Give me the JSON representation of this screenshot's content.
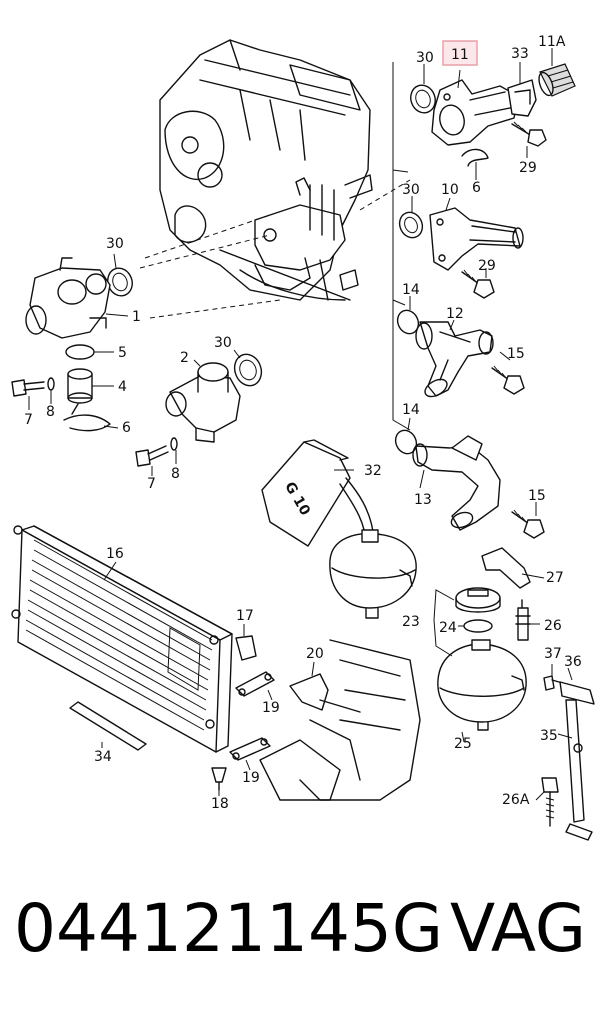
{
  "callouts": {
    "n30a": "30",
    "n11": "11",
    "n33": "33",
    "n11A": "11A",
    "n29a": "29",
    "n6a": "6",
    "n30b": "30",
    "n10": "10",
    "n29b": "29",
    "n14a": "14",
    "n12": "12",
    "n15a": "15",
    "n14b": "14",
    "n13": "13",
    "n15b": "15",
    "n32": "32",
    "n30c": "30",
    "n1": "1",
    "n5": "5",
    "n4": "4",
    "n7a": "7",
    "n8a": "8",
    "n6b": "6",
    "n2": "2",
    "n30d": "30",
    "n7b": "7",
    "n8b": "8",
    "n16": "16",
    "n17": "17",
    "n20": "20",
    "n19a": "19",
    "n19b": "19",
    "n18": "18",
    "n34": "34",
    "n27": "27",
    "n23": "23",
    "n24": "24",
    "n26": "26",
    "n37": "37",
    "n36": "36",
    "n35": "35",
    "n25": "25",
    "n26A": "26A",
    "label_g10": "G 10"
  },
  "highlight_color": "#e8a0a8",
  "caption": {
    "part_number": "044121145G",
    "brand": "VAG"
  }
}
